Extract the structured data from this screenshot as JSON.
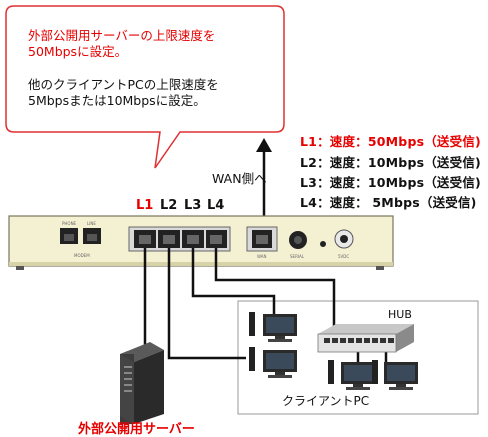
{
  "callout": {
    "line1": "外部公開用サーバーの上限速度を",
    "line2": "50Mbpsに設定。",
    "line3": "他のクライアントPCの上限速度を",
    "line4": "5Mbpsまたは10Mbpsに設定。"
  },
  "speeds": [
    {
      "text": "L1：速度：50Mbps（送受信)",
      "color": "#e60000"
    },
    {
      "text": "L2：速度：10Mbps（送受信)",
      "color": "#111111"
    },
    {
      "text": "L3：速度：10Mbps（送受信)",
      "color": "#111111"
    },
    {
      "text": "L4：速度：  5Mbps（送受信)",
      "color": "#111111"
    }
  ],
  "wan_label": "WAN側へ",
  "ports": [
    "L1",
    "L2",
    "L3",
    "L4"
  ],
  "router_labels": {
    "phone": "PHONE",
    "line": "LINE",
    "modem": "MODEM",
    "wan": "WAN",
    "serial": "SERIAL",
    "dc": "5VDC"
  },
  "hub_label": "HUB",
  "client_label": "クライアントPC",
  "server_label": "外部公開用サーバー",
  "colors": {
    "accent_red": "#e60000",
    "callout_border": "#e03030",
    "router_body": "#f4f0d2"
  }
}
